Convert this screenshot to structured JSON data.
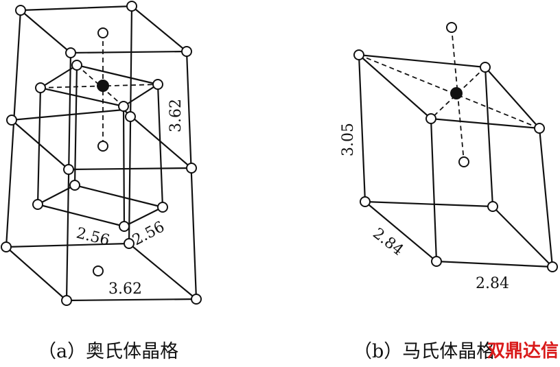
{
  "figure_a": {
    "caption": "（a）奥氏体晶格",
    "dim_height": "3.62",
    "dim_left": "2.56",
    "dim_right": "2.56",
    "dim_bottom": "3.62"
  },
  "figure_b": {
    "caption": "（b）马氏体晶格",
    "dim_height": "3.05",
    "dim_depth": "2.84",
    "dim_width": "2.84"
  },
  "watermark": {
    "text": "双鼎达信",
    "color": "#d91a1a"
  }
}
